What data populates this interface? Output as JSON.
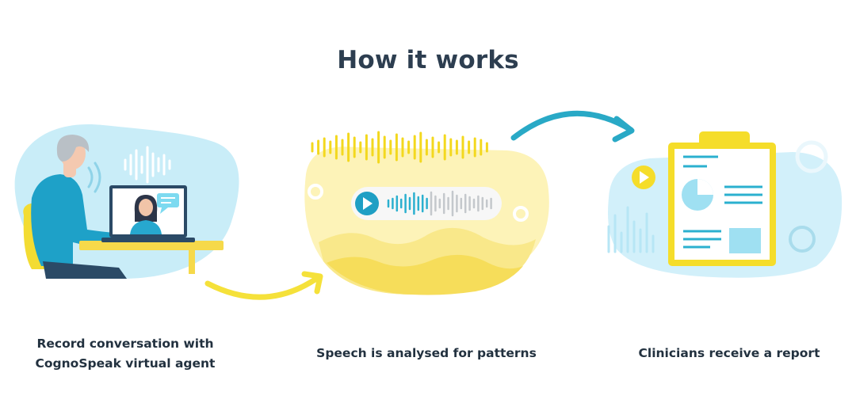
{
  "title": "How it works",
  "steps": [
    {
      "label_line1": "Record conversation with",
      "label_line2": "CognoSpeak virtual agent"
    },
    {
      "label": "Speech is analysed for patterns"
    },
    {
      "label": "Clinicians receive a report"
    }
  ],
  "colors": {
    "title": "#2d3e50",
    "label": "#22313f",
    "blue_blob": "#c9edf8",
    "yellow_blob": "#fdf3b8",
    "yellow_accent": "#f5e13a",
    "teal_arrow": "#29a9c6",
    "teal": "#2bb0cf"
  }
}
